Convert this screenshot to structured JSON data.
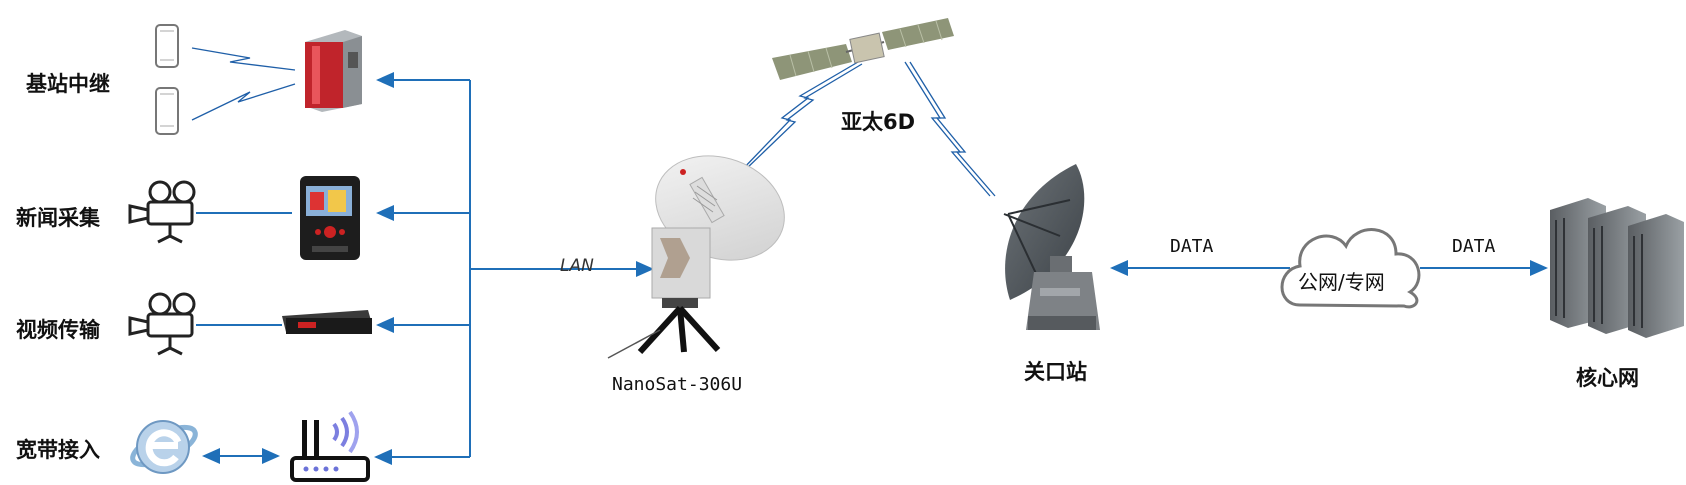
{
  "left_labels": {
    "base_station": "基站中继",
    "news": "新闻采集",
    "video": "视频传输",
    "broadband": "宽带接入"
  },
  "lan": "LAN",
  "terminal": "NanoSat-306U",
  "satellite": "亚太6D",
  "gateway": "关口站",
  "data_left": "DATA",
  "data_right": "DATA",
  "cloud": "公网/专网",
  "core": "核心网",
  "colors": {
    "link": "#1f6fb8",
    "lightning": "#1f5fa8",
    "cloud_stroke": "#777777"
  }
}
